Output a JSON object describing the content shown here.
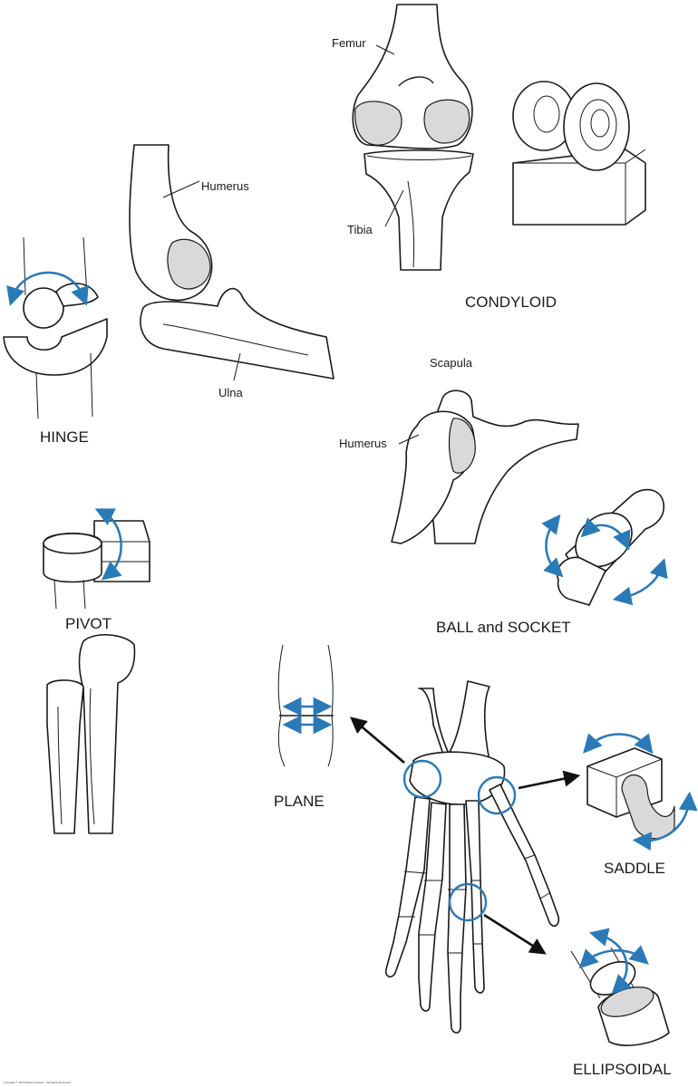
{
  "labels": {
    "condyloid": "CONDYLOID",
    "hinge": "HINGE",
    "pivot": "PIVOT",
    "ball_and_socket": "BALL and SOCKET",
    "plane": "PLANE",
    "saddle": "SADDLE",
    "ellipsoidal": "ELLIPSOIDAL"
  },
  "bones": {
    "femur": "Femur",
    "tibia": "Tibia",
    "humerus_elbow": "Humerus",
    "ulna": "Ulna",
    "scapula": "Scapula",
    "humerus_shoulder": "Humerus"
  },
  "copyright": "Copyright © 2015 Wolters Kluwer – All Rights Reserved",
  "colors": {
    "accent": "#2a7ab8",
    "ink": "#1a1a1a"
  }
}
